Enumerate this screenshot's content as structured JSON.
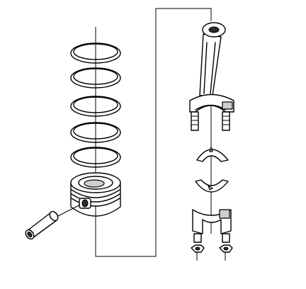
{
  "diagram": {
    "subject": "piston-and-connecting-rod-exploded-assembly",
    "parts": [
      {
        "id": "piston-ring-1",
        "icon": "piston-ring"
      },
      {
        "id": "piston-ring-2",
        "icon": "piston-ring"
      },
      {
        "id": "piston-ring-3",
        "icon": "piston-ring"
      },
      {
        "id": "piston-ring-4",
        "icon": "piston-ring"
      },
      {
        "id": "piston-ring-5",
        "icon": "piston-ring"
      },
      {
        "id": "piston",
        "icon": "piston"
      },
      {
        "id": "piston-pin",
        "icon": "wrist-pin"
      },
      {
        "id": "connecting-rod",
        "icon": "connecting-rod"
      },
      {
        "id": "upper-bearing-shell",
        "icon": "bearing-half"
      },
      {
        "id": "lower-bearing-shell",
        "icon": "bearing-half"
      },
      {
        "id": "rod-cap",
        "icon": "rod-cap"
      },
      {
        "id": "rod-nut-left",
        "icon": "nut"
      },
      {
        "id": "rod-nut-right",
        "icon": "nut"
      }
    ],
    "colors": {
      "line": "#000000",
      "background": "#ffffff",
      "shade": "#cfcfcf"
    }
  }
}
